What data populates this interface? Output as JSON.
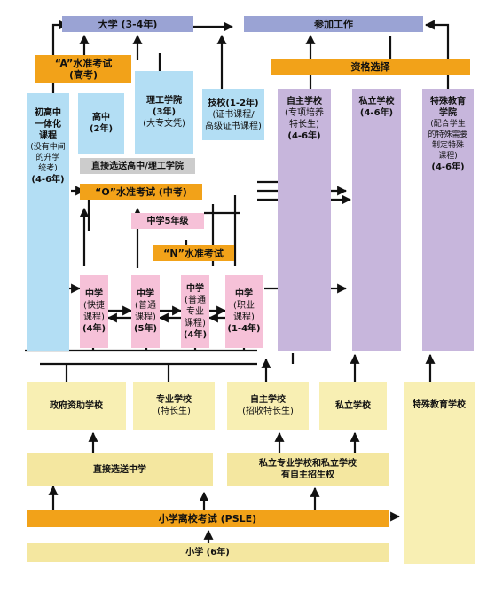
{
  "nodes": {
    "university": {
      "label": "大学 (3-4年)"
    },
    "employment": {
      "label": "参加工作"
    },
    "a_level": {
      "label": "“A”水准考试\n(高考)"
    },
    "qualification": {
      "label": "资格选择"
    },
    "integrated": {
      "title": "初高中\n一体化\n课程",
      "note": "(没有中间\n的升学\n统考)",
      "years": "(4-6年)"
    },
    "junior_college": {
      "title": "高中",
      "years": "(2年)"
    },
    "polytechnic": {
      "title": "理工学院",
      "years": "(3年)",
      "note": "(大专文凭)"
    },
    "ite": {
      "title": "技校(1-2年)",
      "note": "(证书课程/\n高级证书课程)"
    },
    "independent": {
      "title": "自主学校",
      "note": "(专项培养\n特长生)",
      "years": "(4-6年)"
    },
    "private": {
      "title": "私立学校",
      "years": "(4-6年)"
    },
    "special_ed": {
      "title": "特殊教育\n学院",
      "note": "(配合学生\n的特殊需要\n制定特殊\n课程)",
      "years": "(4-6年)"
    },
    "direct_jc_poly": {
      "label": "直接选送高中/理工学院"
    },
    "o_level": {
      "label": "“O”水准考试 (中考)"
    },
    "sec5": {
      "label": "中学5年级"
    },
    "n_level": {
      "label": "“N”水准考试"
    },
    "sec_express": {
      "title": "中学",
      "note": "(快捷\n课程)",
      "years": "(4年)"
    },
    "sec_normal": {
      "title": "中学",
      "note": "(普通\n课程)",
      "years": "(5年)"
    },
    "sec_normal_tech": {
      "title": "中学",
      "note": "(普通\n专业\n课程)",
      "years": "(4年)"
    },
    "sec_vocational": {
      "title": "中学",
      "note": "(职业\n课程)",
      "years": "(1-4年)"
    },
    "gov_schools": {
      "label": "政府资助学校"
    },
    "specialised": {
      "title": "专业学校",
      "note": "(特长生)"
    },
    "independent_entry": {
      "title": "自主学校",
      "note": "(招收特长生)"
    },
    "private_entry": {
      "label": "私立学校"
    },
    "special_ed_school": {
      "label": "特殊教育学校"
    },
    "direct_secondary": {
      "label": "直接选送中学"
    },
    "private_specialised": {
      "label": "私立专业学校和私立学校\n有自主招生权"
    },
    "psle": {
      "label": "小学离校考试 (PSLE)"
    },
    "primary": {
      "label": "小学 (6年)"
    }
  }
}
